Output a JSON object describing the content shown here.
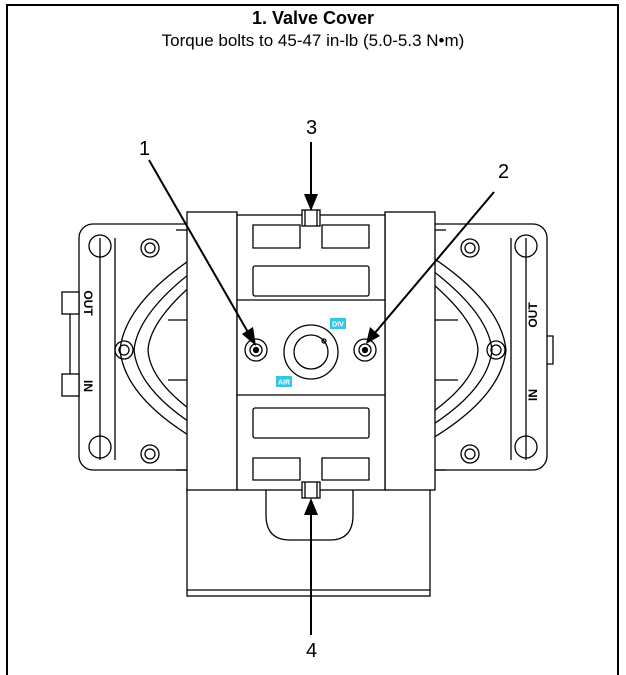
{
  "header": {
    "title": "1. Valve Cover",
    "subtitle": "Torque bolts to 45-47 in-lb (5.0-5.3 N•m)"
  },
  "callouts": [
    {
      "number": "1",
      "target": "left center bolt"
    },
    {
      "number": "2",
      "target": "right center bolt"
    },
    {
      "number": "3",
      "target": "top bolt"
    },
    {
      "number": "4",
      "target": "bottom bolt"
    }
  ],
  "ports": {
    "left_out": "OUT",
    "left_in": "IN",
    "right_out": "OUT",
    "right_in": "IN"
  },
  "tags": {
    "upper": "DIV",
    "lower": "AIR"
  },
  "colors": {
    "tag": "#35c4e6",
    "line": "#000000"
  }
}
